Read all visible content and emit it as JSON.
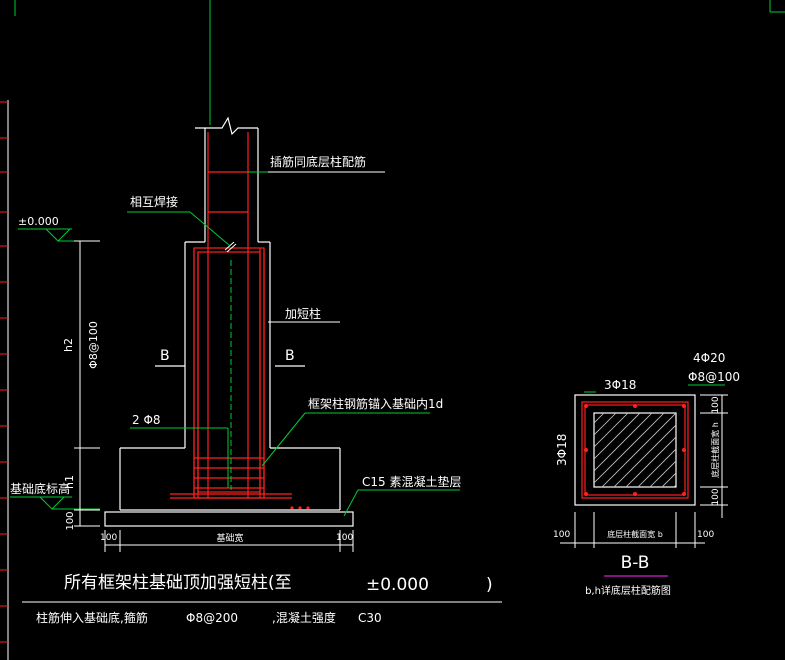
{
  "colors": {
    "background": "#000000",
    "outline": "#ffffff",
    "rebar": "#ff2020",
    "leader": "#00cc33",
    "axis": "#00cc33",
    "dim": "#ffffff",
    "note": "#ffffff",
    "accent": "#d020d0",
    "hatch": "#c8c8c8"
  },
  "labels": {
    "dowel_note": "插筋同底层柱配筋",
    "weld_note": "相互焊接",
    "short_column": "加短柱",
    "anchor_note": "框架柱钢筋锚入基础内1d",
    "stirrup_left": "2 Φ8",
    "cushion_note": "C15  素混凝土垫层",
    "elev_top": "±0.000",
    "base_elev": "基础底标高",
    "dim_h2": "h2",
    "dim_stirrup": "Φ8@100",
    "dim_h1": "h1",
    "dim_100_left": "100",
    "dim_bottom_left": "100",
    "dim_bottom_mid": "基础宽",
    "dim_bottom_right": "100",
    "sec_mark_left": "B",
    "sec_mark_right": "B"
  },
  "section": {
    "top_bars": "4Φ20",
    "stirrups": "Φ8@100",
    "top_count": "3Φ18",
    "side_count": "3Φ18",
    "dim_right_top": "100",
    "dim_right_mid": "底层柱截面宽 h",
    "dim_right_bot": "100",
    "dim_bottom_left": "100",
    "dim_bottom_mid": "底层柱截面宽 b",
    "dim_bottom_right": "100",
    "title": "B-B",
    "caption": "b,h详底层柱配筋图"
  },
  "notes": {
    "main": "所有框架柱基础顶加强短柱(至",
    "main_elev": "±0.000",
    "main_paren": ")",
    "line2_a": "柱筋伸入基础底,箍筋",
    "line2_b": "Φ8@200",
    "line2_c": ",混凝土强度",
    "line2_d": "C30"
  }
}
